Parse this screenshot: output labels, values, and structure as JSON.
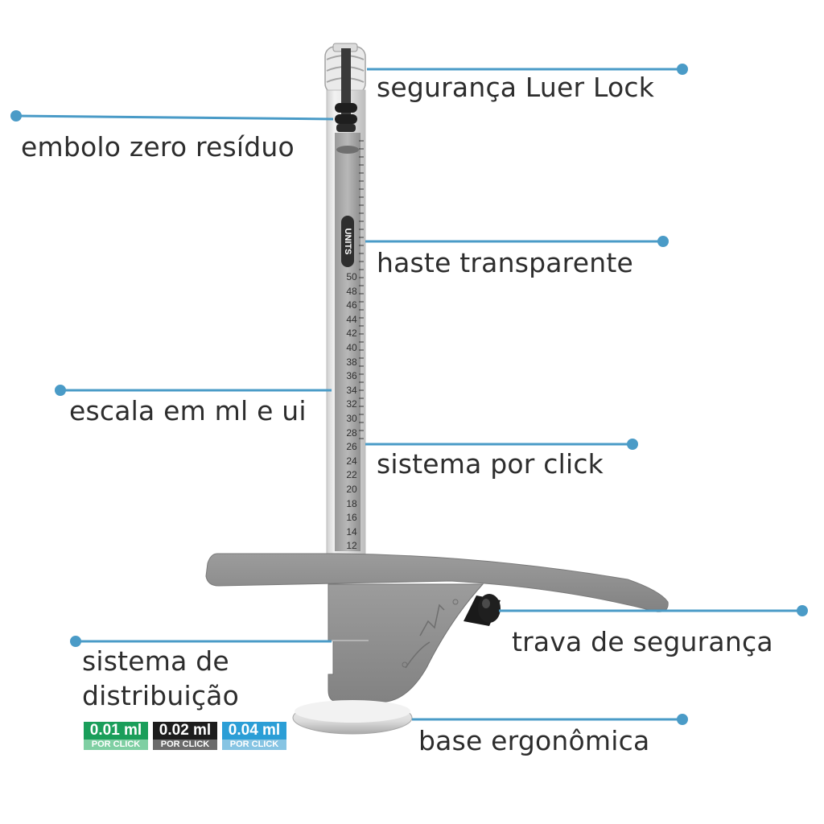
{
  "theme": {
    "leader_line_color": "#4a9bc7",
    "label_color": "#2d2d2d",
    "device_gray": "#8a8a8a",
    "device_dark": "#1e1e1e"
  },
  "product": {
    "barrel_label": "UNITS",
    "scale_ticks": [
      "50",
      "48",
      "46",
      "44",
      "42",
      "40",
      "38",
      "36",
      "34",
      "32",
      "30",
      "28",
      "26",
      "24",
      "22",
      "20",
      "18",
      "16",
      "14",
      "12"
    ]
  },
  "callouts": [
    {
      "id": "luer-lock",
      "label": "segurança Luer Lock",
      "side": "right"
    },
    {
      "id": "plunger",
      "label": "embolo zero resíduo",
      "side": "left"
    },
    {
      "id": "barrel",
      "label": "haste transparente",
      "side": "right"
    },
    {
      "id": "scale",
      "label": "escala em ml e ui",
      "side": "left"
    },
    {
      "id": "click-system",
      "label": "sistema por click",
      "side": "right"
    },
    {
      "id": "safety-lock",
      "label": "trava de segurança",
      "side": "right"
    },
    {
      "id": "distribution",
      "label": "sistema de distribuição",
      "side": "left"
    },
    {
      "id": "base",
      "label": "base ergonômica",
      "side": "right"
    }
  ],
  "dose_badges": [
    {
      "value": "0.01 ml",
      "caption": "POR CLICK",
      "color_top": "#1a9e5a",
      "color_bottom": "#7fcfa3"
    },
    {
      "value": "0.02 ml",
      "caption": "POR CLICK",
      "color_top": "#1d1d1d",
      "color_bottom": "#6b6b6b"
    },
    {
      "value": "0.04 ml",
      "caption": "POR CLICK",
      "color_top": "#2b9ed6",
      "color_bottom": "#86c4e3"
    }
  ]
}
